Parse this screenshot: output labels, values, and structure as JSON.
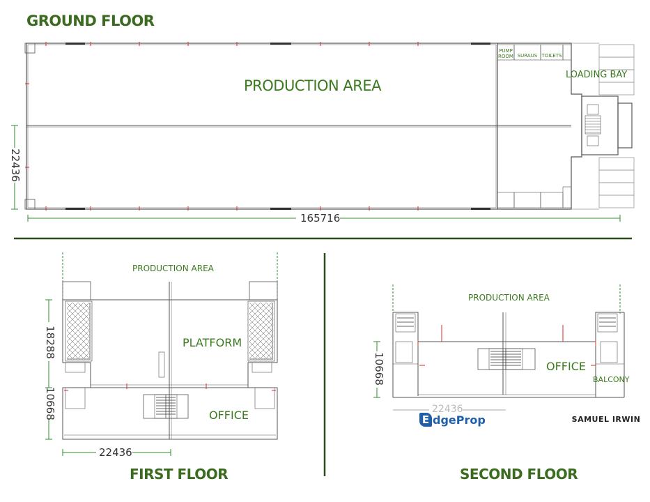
{
  "ground": {
    "title": "GROUND FLOOR",
    "production_area": "PRODUCTION AREA",
    "pump_room": "PUMP ROOM",
    "suraus": "SURAUS",
    "toilets": "TOILETS",
    "loading_bay": "LOADING BAY",
    "dim_width": "165716",
    "dim_height": "22436"
  },
  "first": {
    "title": "FIRST FLOOR",
    "production_area": "PRODUCTION AREA",
    "platform": "PLATFORM",
    "office": "OFFICE",
    "dim_platform": "18288",
    "dim_office": "10668",
    "dim_width": "22436"
  },
  "second": {
    "title": "SECOND FLOOR",
    "production_area": "PRODUCTION AREA",
    "office": "OFFICE",
    "balcony": "BALCONY",
    "dim_office": "10668",
    "dim_width": "22436"
  },
  "watermark": {
    "brand_e": "E",
    "brand_rest": "dgeProp",
    "credit": "SAMUEL IRWIN"
  },
  "colors": {
    "title_green": "#3b6b1f",
    "label_green": "#3b7a1f",
    "dim_green": "#2e8b2e",
    "line": "#555555",
    "accent_red": "#d22e2e",
    "brand_blue": "#1f5fa8"
  }
}
